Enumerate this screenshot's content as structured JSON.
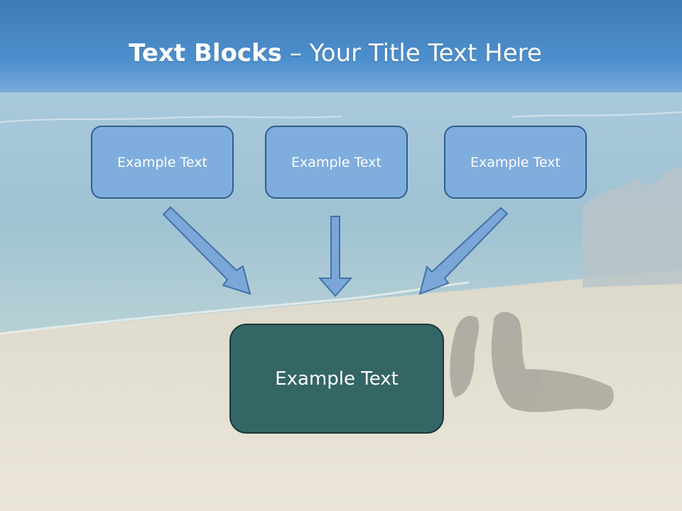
{
  "slide": {
    "title_bold": "Text Blocks",
    "title_dash": " – ",
    "title_rest": "Your Title Text Here"
  },
  "blocks": {
    "top": [
      "Example Text",
      "Example Text",
      "Example Text"
    ],
    "bottom": "Example Text"
  },
  "colors": {
    "top_box_fill": "#7aaade",
    "top_box_border": "#2f5e8e",
    "bottom_box_fill": "#346666",
    "arrow_fill": "#78a6d8",
    "arrow_stroke": "#3d6ea6"
  }
}
